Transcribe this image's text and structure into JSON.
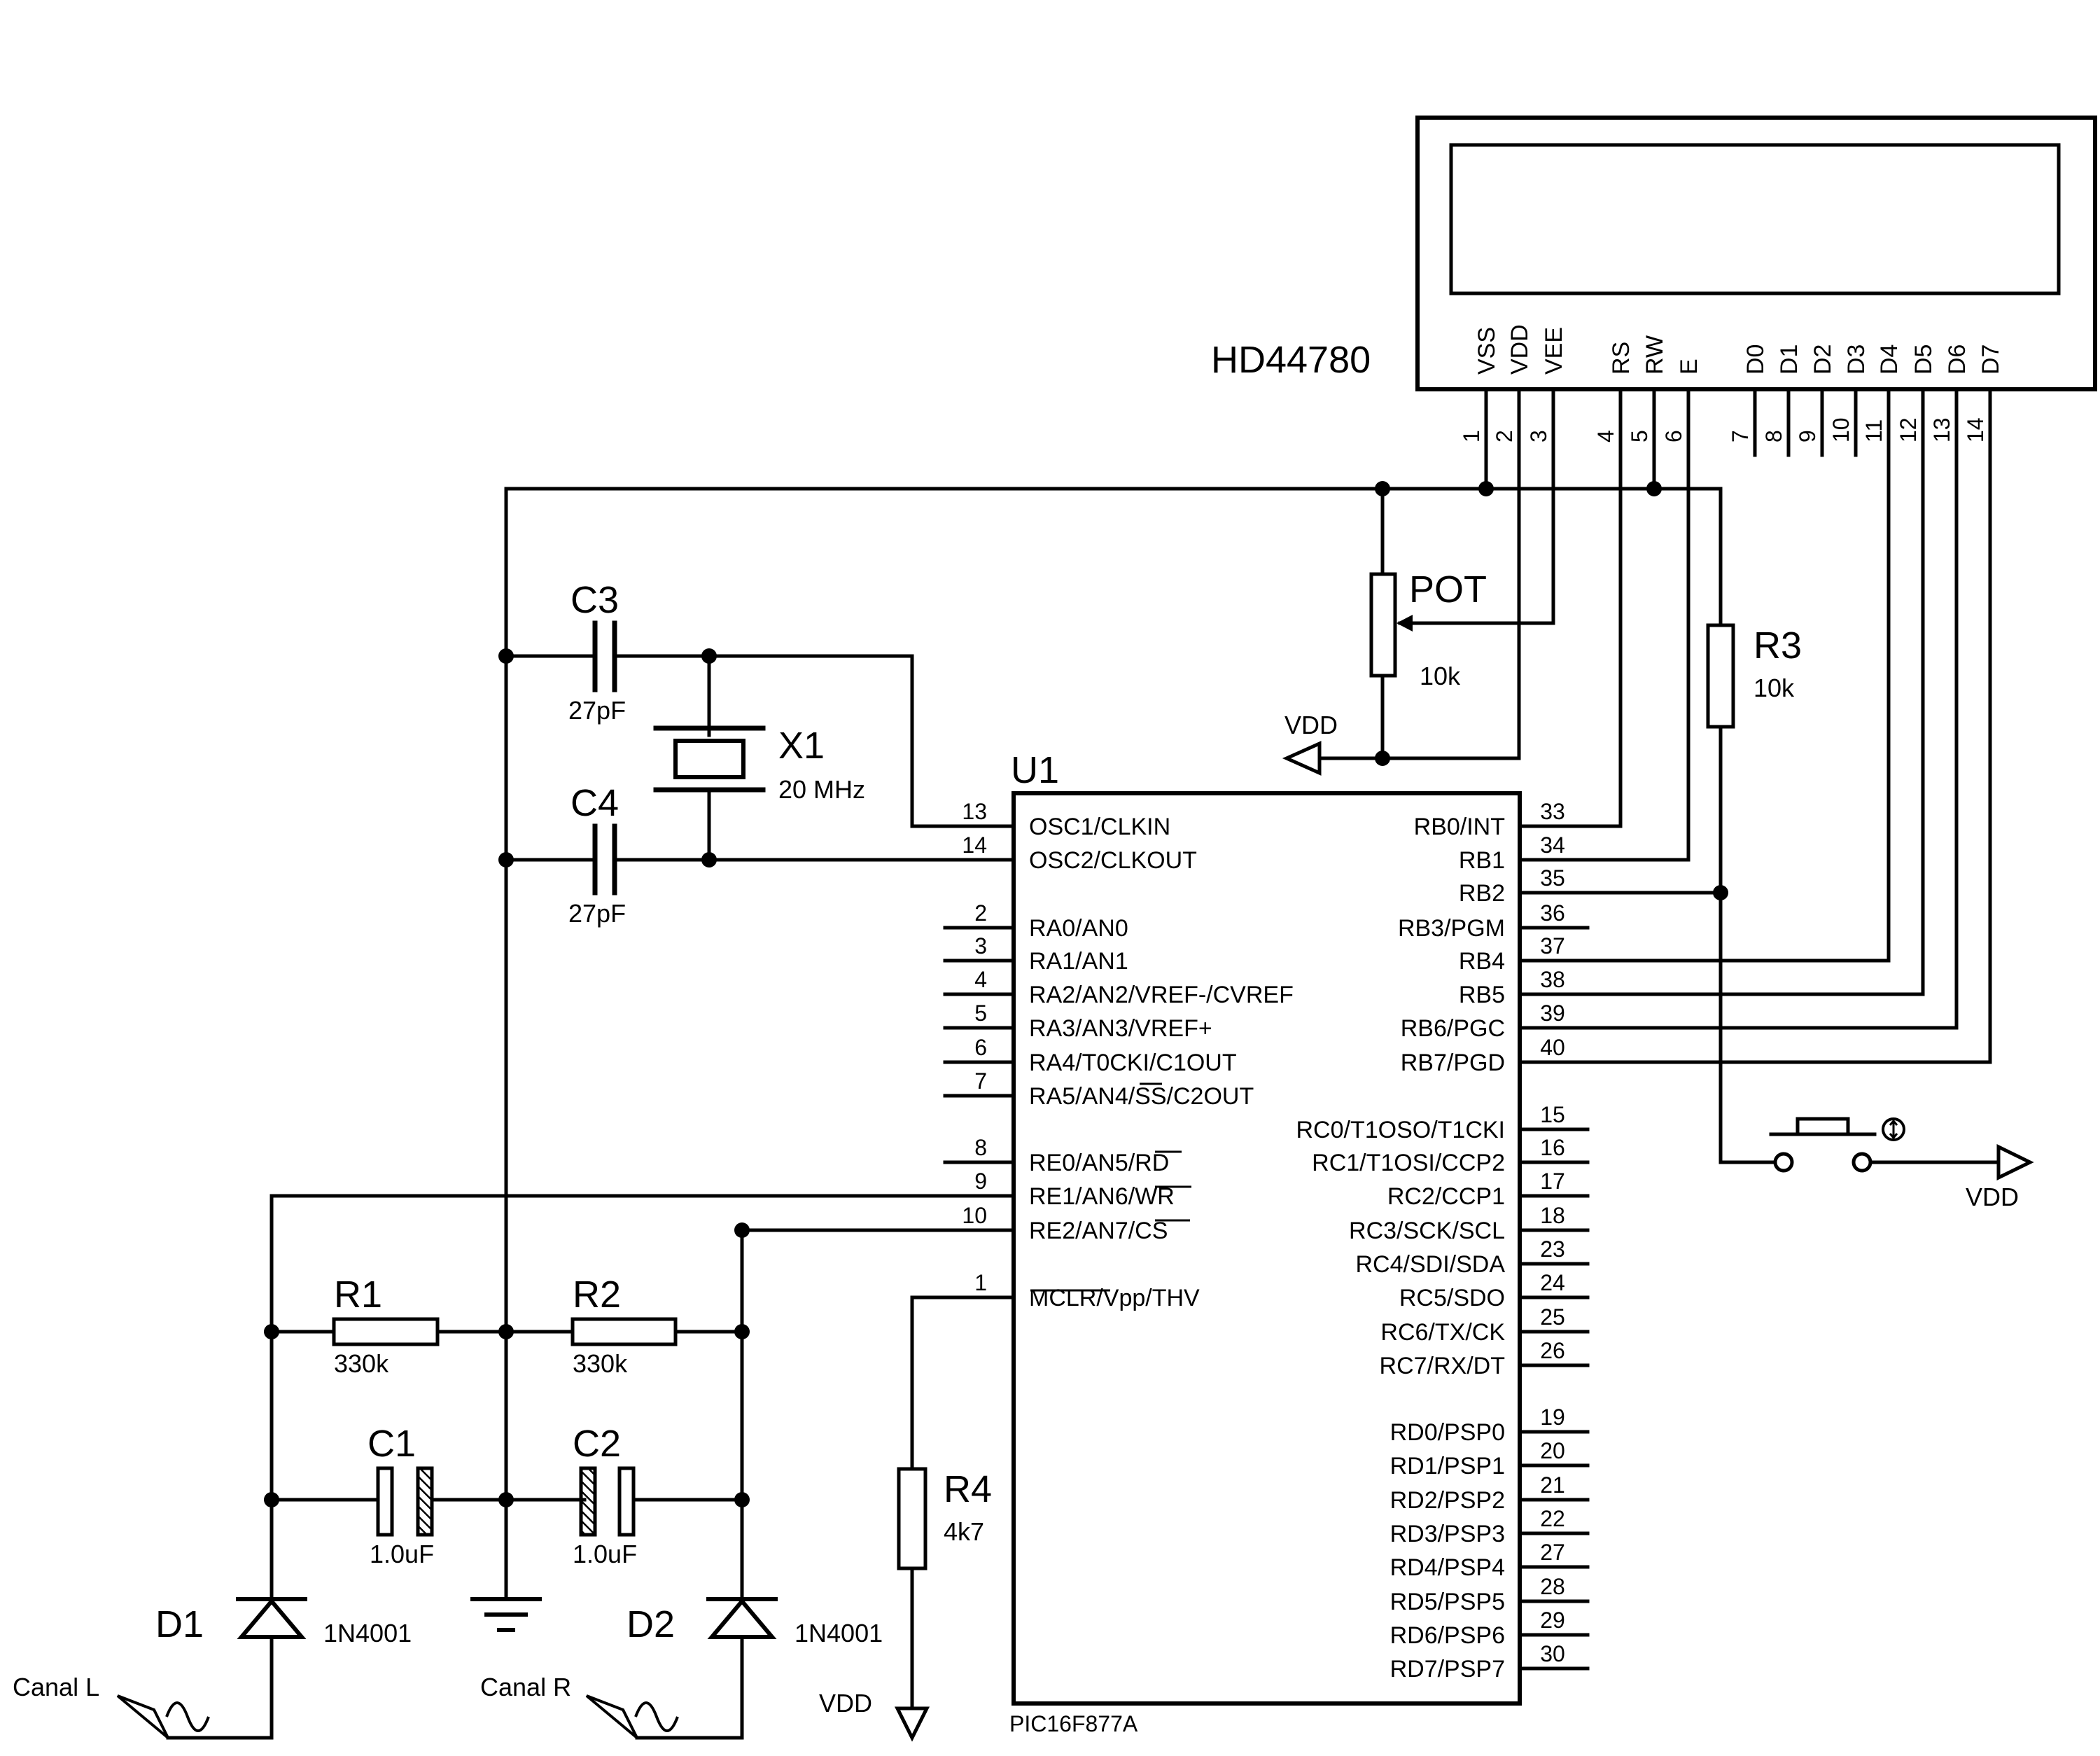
{
  "lcd": {
    "name": "HD44780",
    "pins": [
      {
        "label": "VSS",
        "num": "1"
      },
      {
        "label": "VDD",
        "num": "2"
      },
      {
        "label": "VEE",
        "num": "3"
      },
      {
        "label": "RS",
        "num": "4"
      },
      {
        "label": "RW",
        "num": "5"
      },
      {
        "label": "E",
        "num": "6"
      },
      {
        "label": "D0",
        "num": "7"
      },
      {
        "label": "D1",
        "num": "8"
      },
      {
        "label": "D2",
        "num": "9"
      },
      {
        "label": "D3",
        "num": "10"
      },
      {
        "label": "D4",
        "num": "11"
      },
      {
        "label": "D5",
        "num": "12"
      },
      {
        "label": "D6",
        "num": "13"
      },
      {
        "label": "D7",
        "num": "14"
      }
    ]
  },
  "mcu": {
    "ref": "U1",
    "part": "PIC16F877A",
    "left_pins": [
      {
        "label": "OSC1/CLKIN",
        "num": "13"
      },
      {
        "label": "OSC2/CLKOUT",
        "num": "14"
      },
      {
        "label": "RA0/AN0",
        "num": "2"
      },
      {
        "label": "RA1/AN1",
        "num": "3"
      },
      {
        "label": "RA2/AN2/VREF-/CVREF",
        "num": "4"
      },
      {
        "label": "RA3/AN3/VREF+",
        "num": "5"
      },
      {
        "label": "RA4/T0CKI/C1OUT",
        "num": "6"
      },
      {
        "label": "RA5/AN4/SS/C2OUT",
        "num": "7"
      },
      {
        "label": "RE0/AN5/RD",
        "num": "8"
      },
      {
        "label": "RE1/AN6/WR",
        "num": "9"
      },
      {
        "label": "RE2/AN7/CS",
        "num": "10"
      },
      {
        "label": "MCLR/Vpp/THV",
        "num": "1"
      }
    ],
    "right_pins": [
      {
        "label": "RB0/INT",
        "num": "33"
      },
      {
        "label": "RB1",
        "num": "34"
      },
      {
        "label": "RB2",
        "num": "35"
      },
      {
        "label": "RB3/PGM",
        "num": "36"
      },
      {
        "label": "RB4",
        "num": "37"
      },
      {
        "label": "RB5",
        "num": "38"
      },
      {
        "label": "RB6/PGC",
        "num": "39"
      },
      {
        "label": "RB7/PGD",
        "num": "40"
      },
      {
        "label": "RC0/T1OSO/T1CKI",
        "num": "15"
      },
      {
        "label": "RC1/T1OSI/CCP2",
        "num": "16"
      },
      {
        "label": "RC2/CCP1",
        "num": "17"
      },
      {
        "label": "RC3/SCK/SCL",
        "num": "18"
      },
      {
        "label": "RC4/SDI/SDA",
        "num": "23"
      },
      {
        "label": "RC5/SDO",
        "num": "24"
      },
      {
        "label": "RC6/TX/CK",
        "num": "25"
      },
      {
        "label": "RC7/RX/DT",
        "num": "26"
      },
      {
        "label": "RD0/PSP0",
        "num": "19"
      },
      {
        "label": "RD1/PSP1",
        "num": "20"
      },
      {
        "label": "RD2/PSP2",
        "num": "21"
      },
      {
        "label": "RD3/PSP3",
        "num": "22"
      },
      {
        "label": "RD4/PSP4",
        "num": "27"
      },
      {
        "label": "RD5/PSP5",
        "num": "28"
      },
      {
        "label": "RD6/PSP6",
        "num": "29"
      },
      {
        "label": "RD7/PSP7",
        "num": "30"
      }
    ]
  },
  "parts": {
    "pot": {
      "ref": "POT",
      "value": "10k"
    },
    "r3": {
      "ref": "R3",
      "value": "10k"
    },
    "c3": {
      "ref": "C3",
      "value": "27pF"
    },
    "c4": {
      "ref": "C4",
      "value": "27pF"
    },
    "x1": {
      "ref": "X1",
      "value": "20 MHz"
    },
    "r1": {
      "ref": "R1",
      "value": "330k"
    },
    "r2": {
      "ref": "R2",
      "value": "330k"
    },
    "c1": {
      "ref": "C1",
      "value": "1.0uF"
    },
    "c2": {
      "ref": "C2",
      "value": "1.0uF"
    },
    "r4": {
      "ref": "R4",
      "value": "4k7"
    },
    "d1": {
      "ref": "D1",
      "value": "1N4001"
    },
    "d2": {
      "ref": "D2",
      "value": "1N4001"
    }
  },
  "nets": {
    "vdd_pot": "VDD",
    "vdd_button": "VDD",
    "vdd_r4": "VDD"
  },
  "inputs": {
    "left": "Canal L",
    "right": "Canal R"
  }
}
